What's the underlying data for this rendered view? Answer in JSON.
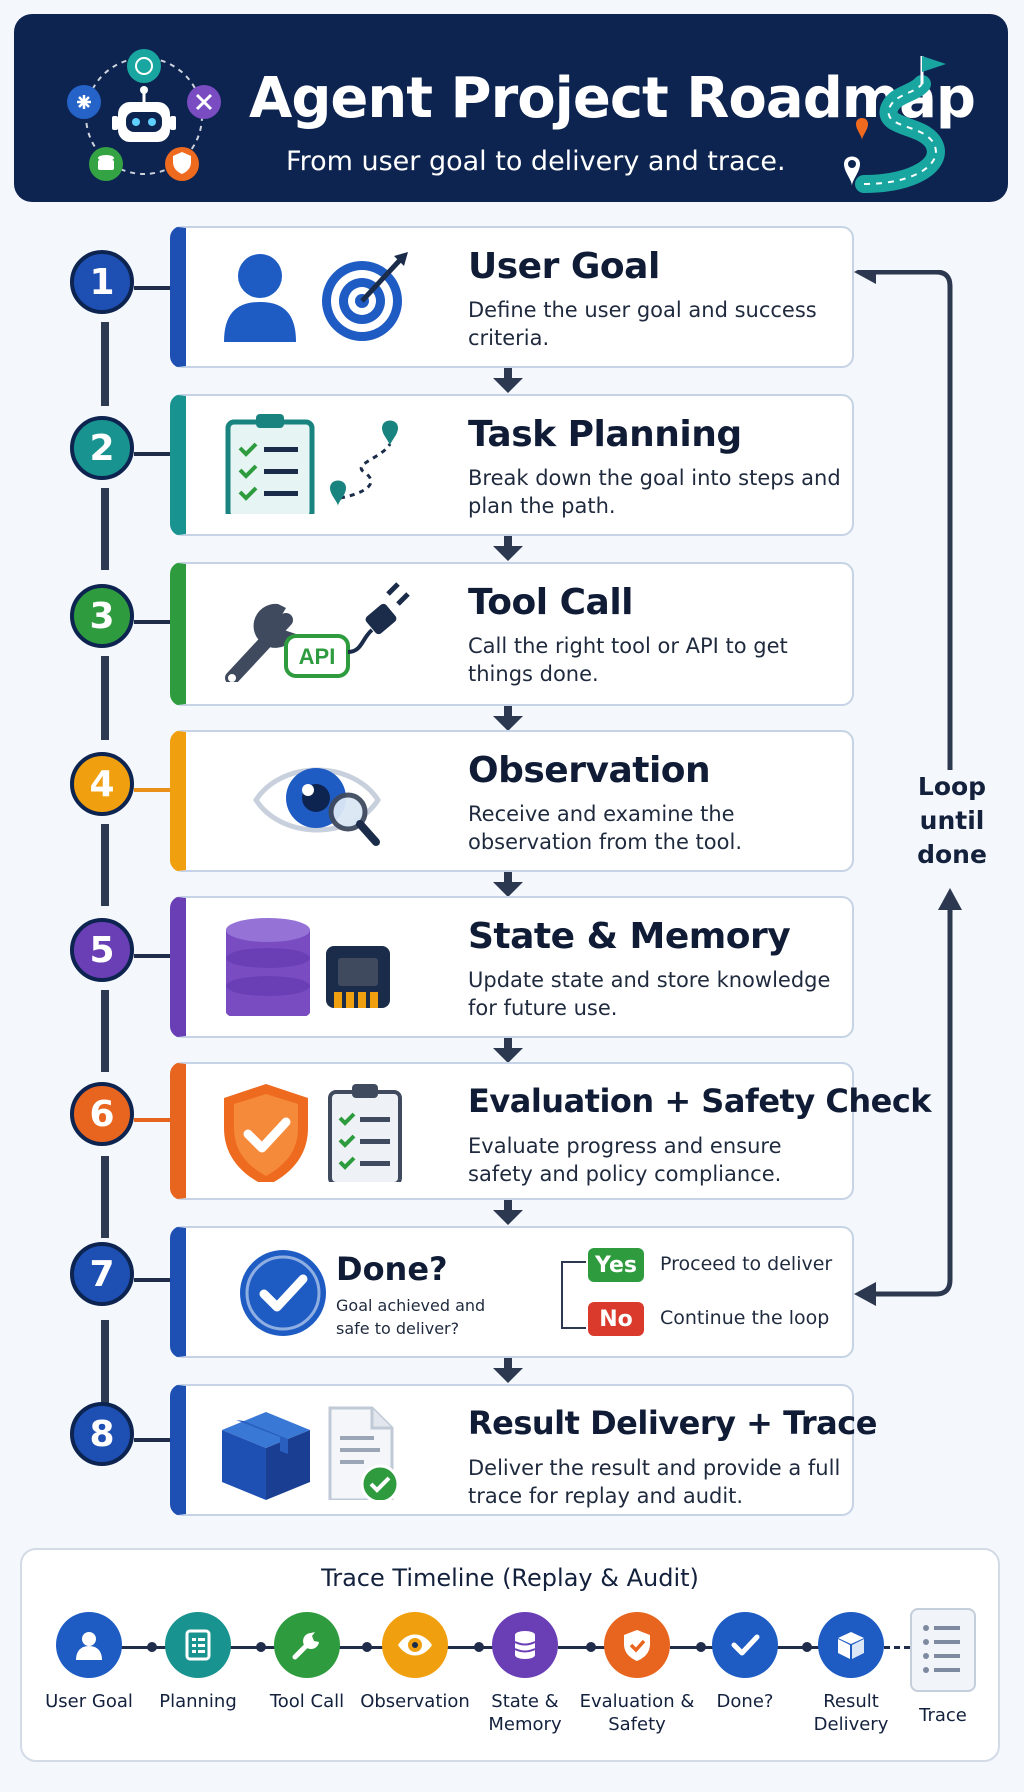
{
  "header": {
    "title": "Agent Project Roadmap",
    "subtitle": "From user goal to delivery and trace."
  },
  "steps": [
    {
      "number": "1",
      "title": "User Goal",
      "desc": "Define the user goal and success criteria.",
      "color": "#1e4fb3",
      "icon": "user-target-icon"
    },
    {
      "number": "2",
      "title": "Task Planning",
      "desc": "Break down the goal into steps and plan the path.",
      "color": "#19938f",
      "icon": "checklist-route-icon"
    },
    {
      "number": "3",
      "title": "Tool Call",
      "desc": "Call the right tool or API to get things done.",
      "color": "#2e9c3e",
      "icon": "wrench-api-plug-icon",
      "api_label": "API"
    },
    {
      "number": "4",
      "title": "Observation",
      "desc": "Receive and examine the observation from the tool.",
      "color": "#f0a00f",
      "icon": "eye-magnifier-icon"
    },
    {
      "number": "5",
      "title": "State & Memory",
      "desc": "Update state and store knowledge for future use.",
      "color": "#6a3fb5",
      "icon": "database-chip-icon"
    },
    {
      "number": "6",
      "title": "Evaluation + Safety Check",
      "desc": "Evaluate progress and ensure safety and policy compliance.",
      "color": "#e8651f",
      "icon": "shield-checklist-icon"
    },
    {
      "number": "7",
      "title": "Done?",
      "desc": "Goal achieved and safe to deliver?",
      "color": "#1e4fb3",
      "icon": "check-circle-icon"
    },
    {
      "number": "8",
      "title": "Result Delivery + Trace",
      "desc": "Deliver the result and provide a full trace for replay and audit.",
      "color": "#1e4fb3",
      "icon": "box-document-icon"
    }
  ],
  "decision": {
    "yes_label": "Yes",
    "yes_text": "Proceed to deliver",
    "yes_color": "#2e9c3e",
    "no_label": "No",
    "no_text": "Continue the loop",
    "no_color": "#d93a2b"
  },
  "loop": {
    "line1": "Loop",
    "line2": "until",
    "line3": "done"
  },
  "timeline": {
    "title": "Trace Timeline (Replay & Audit)",
    "items": [
      {
        "label1": "User Goal",
        "label2": "",
        "color": "#1e5cc4",
        "icon": "user-icon"
      },
      {
        "label1": "Planning",
        "label2": "",
        "color": "#19938f",
        "icon": "list-icon"
      },
      {
        "label1": "Tool Call",
        "label2": "",
        "color": "#2e9c3e",
        "icon": "wrench-icon"
      },
      {
        "label1": "Observation",
        "label2": "",
        "color": "#f0a00f",
        "icon": "eye-icon"
      },
      {
        "label1": "State &",
        "label2": "Memory",
        "color": "#6a3fb5",
        "icon": "database-icon"
      },
      {
        "label1": "Evaluation &",
        "label2": "Safety",
        "color": "#e8651f",
        "icon": "shield-icon"
      },
      {
        "label1": "Done?",
        "label2": "",
        "color": "#1e5cc4",
        "icon": "check-icon"
      },
      {
        "label1": "Result",
        "label2": "Delivery",
        "color": "#1e5cc4",
        "icon": "box-icon"
      }
    ],
    "trace_label": "Trace"
  }
}
